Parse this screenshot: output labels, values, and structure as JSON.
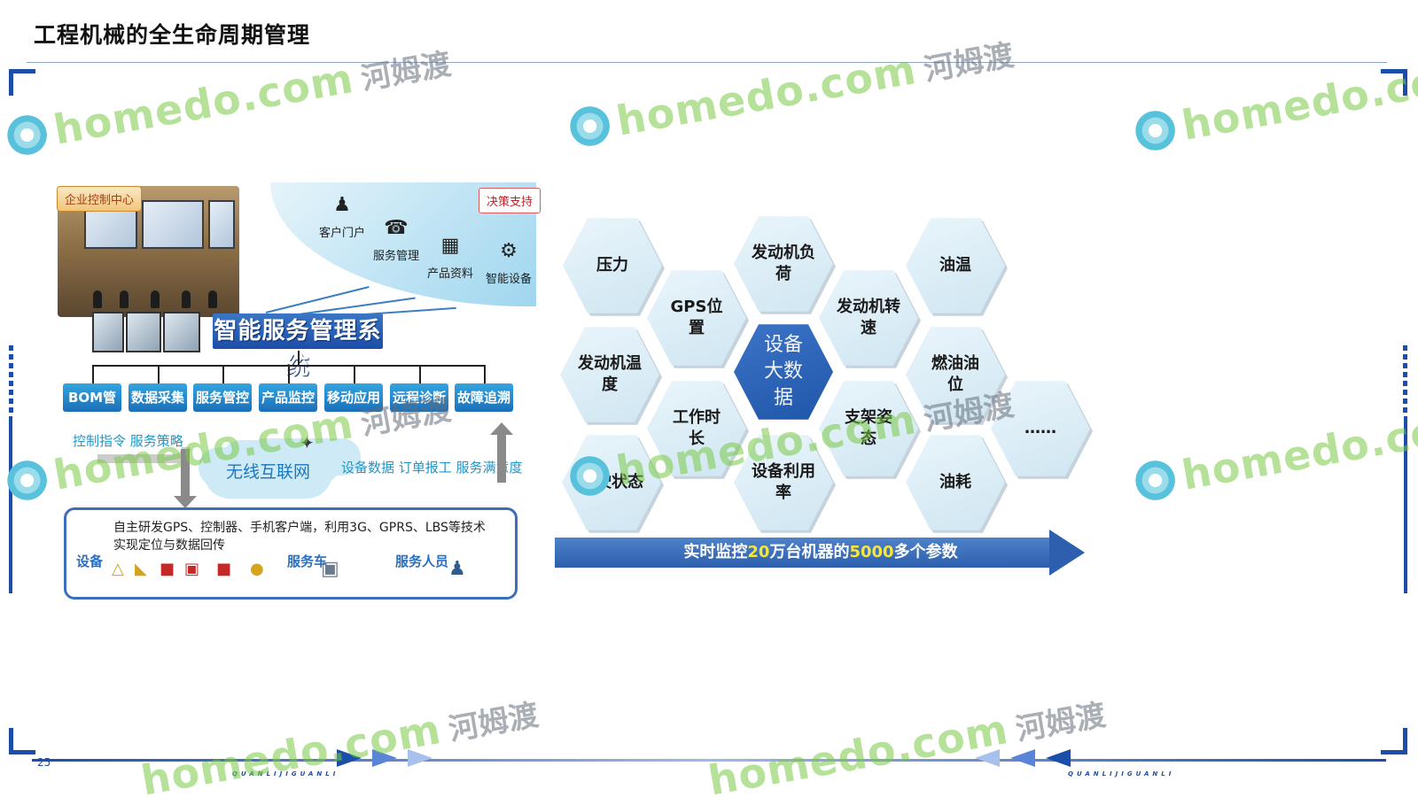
{
  "title": "工程机械的全生命周期管理",
  "page_number": "25",
  "footer_tiny": "QUANLIJIGUANLI",
  "watermark": {
    "brand": "homedo.com",
    "cn": "河姆渡"
  },
  "left_panel": {
    "control_center_label": "企业控制中心",
    "decision_support_label": "决策支持",
    "arc_items": [
      {
        "label": "客户门户",
        "icon": "user-group-icon"
      },
      {
        "label": "服务管理",
        "icon": "phone-icon"
      },
      {
        "label": "产品资料",
        "icon": "building-icon"
      },
      {
        "label": "智能设备",
        "icon": "gear-bulb-icon"
      }
    ],
    "system_banner": "智能服务管理系统",
    "modules": [
      "BOM管理",
      "数据采集",
      "服务管控",
      "产品监控",
      "移动应用",
      "远程诊断",
      "故障追溯"
    ],
    "control_commands": "控制指令  服务策略",
    "cloud_label": "无线互联网",
    "device_data": "设备数据  订单报工  服务满意度",
    "bottom_desc": "自主研发GPS、控制器、手机客户端，利用3G、GPRS、LBS等技术实现定位与数据回传",
    "bottom_labels": {
      "device": "设备",
      "service_car": "服务车",
      "service_staff": "服务人员"
    }
  },
  "right_panel": {
    "center": "设备大数据",
    "hexes": [
      "压力",
      "发动机负荷",
      "油温",
      "GPS位置",
      "发动机转速",
      "发动机温度",
      "燃油油位",
      "工作时长",
      "支架姿态",
      "……",
      "行驶状态",
      "设备利用率",
      "油耗"
    ],
    "arrow_text": {
      "prefix": "实时监控",
      "num1": "20",
      "mid": "万台机器的",
      "num2": "5000",
      "suffix": "多个参数"
    }
  },
  "colors": {
    "accent_blue": "#1b4ea8",
    "light_hex": "#d8ecf6",
    "highlight_yellow": "#f5e63b"
  }
}
